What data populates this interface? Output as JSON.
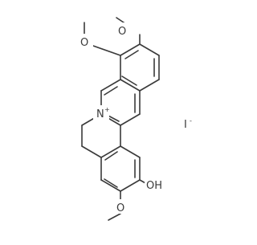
{
  "molecule": {
    "atoms": {
      "n_plus": {
        "symbol": "N",
        "charge": "+",
        "color": "#1f1fcc"
      },
      "o_top_right": {
        "symbol": "O",
        "color": "#e62a2a"
      },
      "o_top_left": {
        "symbol": "O",
        "color": "#e62a2a"
      },
      "o_hydroxy": {
        "symbol": "OH",
        "color": "#e62a2a"
      },
      "o_bottom": {
        "symbol": "O",
        "color": "#e62a2a"
      }
    },
    "counter_ion": {
      "symbol": "I",
      "charge": "-",
      "color": "#7a1f9e"
    },
    "bond_color": "#3a3a3a"
  }
}
